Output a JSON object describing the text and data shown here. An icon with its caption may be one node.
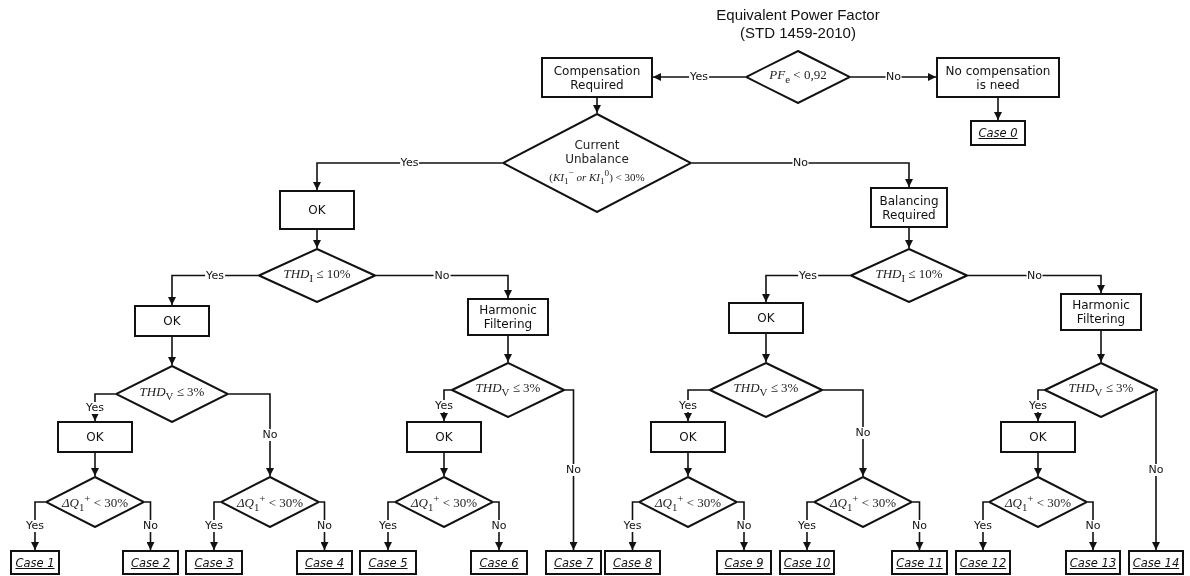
{
  "diagram": {
    "title": "Equivalent Power Factor (STD 1459-2010)",
    "nodes": [
      {
        "text": [
          "*PF*$_{e}$ < 0,92"
        ]
      },
      {
        "text": [
          "Compensation Required"
        ]
      },
      {
        "text": [
          "No compensation is need"
        ]
      },
      {
        "text": [
          "Case 0"
        ]
      },
      {
        "text": [
          "Current Unbalance",
          "(*KI*$_{1}$$^{−}$ *or KI*$_{1}$$^{0}$) < 30%"
        ]
      },
      {
        "text": [
          "OK"
        ]
      },
      {
        "text": [
          "Balancing Required"
        ]
      },
      {
        "text": [
          "*THD*$_{I}$ ≤ 10%"
        ]
      },
      {
        "text": [
          "*THD*$_{I}$ ≤ 10%"
        ]
      },
      {
        "text": [
          "OK"
        ]
      },
      {
        "text": [
          "Harmonic Filtering"
        ]
      },
      {
        "text": [
          "OK"
        ]
      },
      {
        "text": [
          "Harmonic Filtering"
        ]
      },
      {
        "text": [
          "*THD*$_{V}$ ≤ 3%"
        ]
      },
      {
        "text": [
          "*THD*$_{V}$ ≤ 3%"
        ]
      },
      {
        "text": [
          "*THD*$_{V}$ ≤ 3%"
        ]
      },
      {
        "text": [
          "*THD*$_{V}$ ≤ 3%"
        ]
      },
      {
        "text": [
          "OK"
        ]
      },
      {
        "text": [
          "OK"
        ]
      },
      {
        "text": [
          "OK"
        ]
      },
      {
        "text": [
          "OK"
        ]
      },
      {
        "text": [
          "*ΔQ*$_{1}$$^{+}$ < 30%"
        ]
      },
      {
        "text": [
          "*ΔQ*$_{1}$$^{+}$ < 30%"
        ]
      },
      {
        "text": [
          "*ΔQ*$_{1}$$^{+}$ < 30%"
        ]
      },
      {
        "text": [
          "*ΔQ*$_{1}$$^{+}$ < 30%"
        ]
      },
      {
        "text": [
          "*ΔQ*$_{1}$$^{+}$ < 30%"
        ]
      },
      {
        "text": [
          "*ΔQ*$_{1}$$^{+}$ < 30%"
        ]
      },
      {
        "text": [
          "Case 1"
        ]
      },
      {
        "text": [
          "Case 2"
        ]
      },
      {
        "text": [
          "Case 3"
        ]
      },
      {
        "text": [
          "Case 4"
        ]
      },
      {
        "text": [
          "Case 5"
        ]
      },
      {
        "text": [
          "Case 6"
        ]
      },
      {
        "text": [
          "Case 7"
        ]
      },
      {
        "text": [
          "Case 8"
        ]
      },
      {
        "text": [
          "Case 9"
        ]
      },
      {
        "text": [
          "Case 10"
        ]
      },
      {
        "text": [
          "Case 11"
        ]
      },
      {
        "text": [
          "Case 12"
        ]
      },
      {
        "text": [
          "Case 13"
        ]
      },
      {
        "text": [
          "Case 14"
        ]
      }
    ],
    "edges": [
      {
        "from": 0,
        "to": 1,
        "arrow": "to",
        "label": "Yes"
      },
      {
        "from": 0,
        "to": 2,
        "arrow": "to",
        "label": "No"
      },
      {
        "from": 2,
        "to": 3,
        "arrow": "to"
      },
      {
        "from": 1,
        "to": 4,
        "arrow": "to"
      },
      {
        "from": 4,
        "to": 5,
        "arrow": "to",
        "label": "Yes"
      },
      {
        "from": 4,
        "to": 6,
        "arrow": "to",
        "label": "No"
      },
      {
        "from": 5,
        "to": 7,
        "arrow": "to"
      },
      {
        "from": 6,
        "to": 8,
        "arrow": "to"
      },
      {
        "from": 7,
        "to": 9,
        "arrow": "to",
        "label": "Yes"
      },
      {
        "from": 7,
        "to": 10,
        "arrow": "to",
        "label": "No"
      },
      {
        "from": 8,
        "to": 11,
        "arrow": "to",
        "label": "Yes"
      },
      {
        "from": 8,
        "to": 12,
        "arrow": "to",
        "label": "No"
      },
      {
        "from": 9,
        "to": 13,
        "arrow": "to"
      },
      {
        "from": 10,
        "to": 14,
        "arrow": "to"
      },
      {
        "from": 11,
        "to": 15,
        "arrow": "to"
      },
      {
        "from": 12,
        "to": 16,
        "arrow": "to"
      },
      {
        "from": 13,
        "to": 17,
        "arrow": "to",
        "label": "Yes"
      },
      {
        "from": 13,
        "to": 22,
        "arrow": "to",
        "label": "No"
      },
      {
        "from": 14,
        "to": 18,
        "arrow": "to",
        "label": "Yes"
      },
      {
        "from": 14,
        "to": 33,
        "arrow": "to",
        "label": "No"
      },
      {
        "from": 15,
        "to": 19,
        "arrow": "to",
        "label": "Yes"
      },
      {
        "from": 15,
        "to": 25,
        "arrow": "to",
        "label": "No"
      },
      {
        "from": 16,
        "to": 20,
        "arrow": "to",
        "label": "Yes"
      },
      {
        "from": 16,
        "to": 40,
        "arrow": "to",
        "label": "No"
      },
      {
        "from": 17,
        "to": 21,
        "arrow": "to"
      },
      {
        "from": 18,
        "to": 23,
        "arrow": "to"
      },
      {
        "from": 19,
        "to": 24,
        "arrow": "to"
      },
      {
        "from": 20,
        "to": 26,
        "arrow": "to"
      },
      {
        "from": 21,
        "to": 27,
        "arrow": "to",
        "label": "Yes"
      },
      {
        "from": 21,
        "to": 28,
        "arrow": "to",
        "label": "No"
      },
      {
        "from": 22,
        "to": 29,
        "arrow": "to",
        "label": "Yes"
      },
      {
        "from": 22,
        "to": 30,
        "arrow": "to",
        "label": "No"
      },
      {
        "from": 23,
        "to": 31,
        "arrow": "to",
        "label": "Yes"
      },
      {
        "from": 23,
        "to": 32,
        "arrow": "to",
        "label": "No"
      },
      {
        "from": 24,
        "to": 34,
        "arrow": "to",
        "label": "Yes"
      },
      {
        "from": 24,
        "to": 35,
        "arrow": "to",
        "label": "No"
      },
      {
        "from": 25,
        "to": 36,
        "arrow": "to",
        "label": "Yes"
      },
      {
        "from": 25,
        "to": 37,
        "arrow": "to",
        "label": "No"
      },
      {
        "from": 26,
        "to": 38,
        "arrow": "to",
        "label": "Yes"
      },
      {
        "from": 26,
        "to": 39,
        "arrow": "to",
        "label": "No"
      }
    ]
  }
}
